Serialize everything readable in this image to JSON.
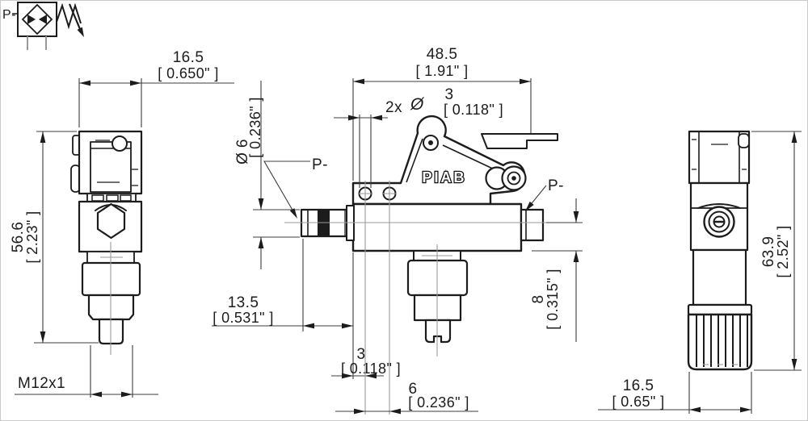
{
  "drawing": {
    "brand_logo": "PIAB",
    "labels": {
      "schematic_port": "P-",
      "port_left": "P-",
      "port_right": "P-",
      "thread": "M12x1",
      "holes_count_prefix": "2x",
      "diameter_symbol": "Ø"
    },
    "dimensions": {
      "left_view_width": {
        "mm": "16.5",
        "inch": "[ 0.650\" ]"
      },
      "front_view_width": {
        "mm": "48.5",
        "inch": "[ 1.91\" ]"
      },
      "mount_hole_diameter": {
        "mm": "3",
        "inch": "[ 0.118\" ]"
      },
      "port_fitting_diameter": {
        "label": "Ø 6",
        "inch": "[ 0.236\" ]"
      },
      "left_view_height": {
        "mm": "56.6",
        "inch": "[ 2.23\" ]"
      },
      "fitting_length": {
        "mm": "13.5",
        "inch": "[ 0.531\" ]"
      },
      "hole_edge_offset": {
        "mm": "3",
        "inch": "[ 0.118\" ]"
      },
      "hole_spacing": {
        "mm": "6",
        "inch": "[ 0.236\" ]"
      },
      "port_center_to_base": {
        "mm": "8",
        "inch": "[ 0.315\" ]"
      },
      "right_view_height": {
        "mm": "63.9",
        "inch": "[ 2.52\" ]"
      },
      "knob_width": {
        "mm": "16.5",
        "inch": "[ 0.65\" ]"
      }
    }
  }
}
